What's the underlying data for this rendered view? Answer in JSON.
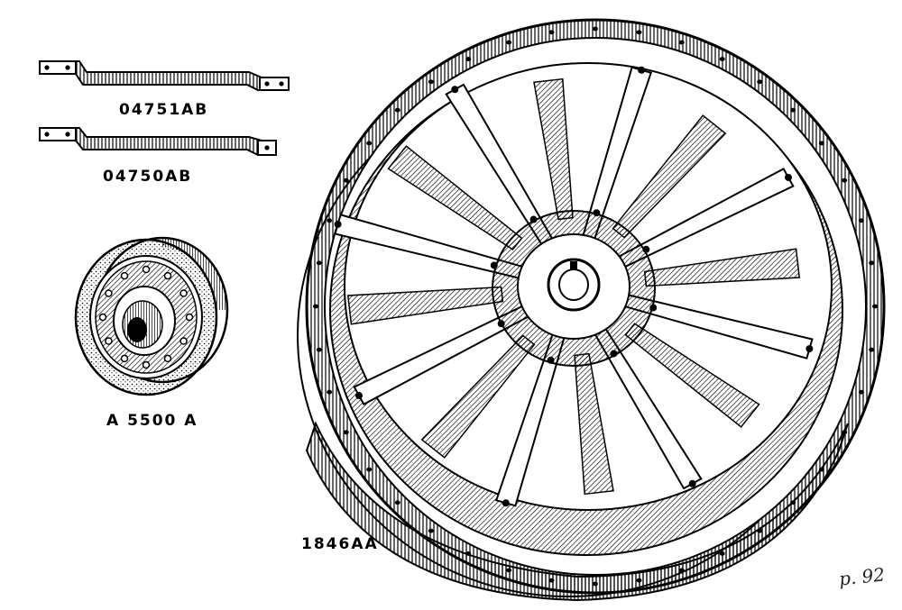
{
  "parts": {
    "strap_upper": {
      "part_number": "04751AB"
    },
    "strap_lower": {
      "part_number": "04750AB"
    },
    "hub": {
      "part_number": "A 5500 A"
    },
    "wheel": {
      "part_number": "1846AA",
      "spoke_count": 8
    }
  },
  "page_note": "p. 92",
  "colors": {
    "ink": "#000000",
    "paper": "#ffffff"
  }
}
